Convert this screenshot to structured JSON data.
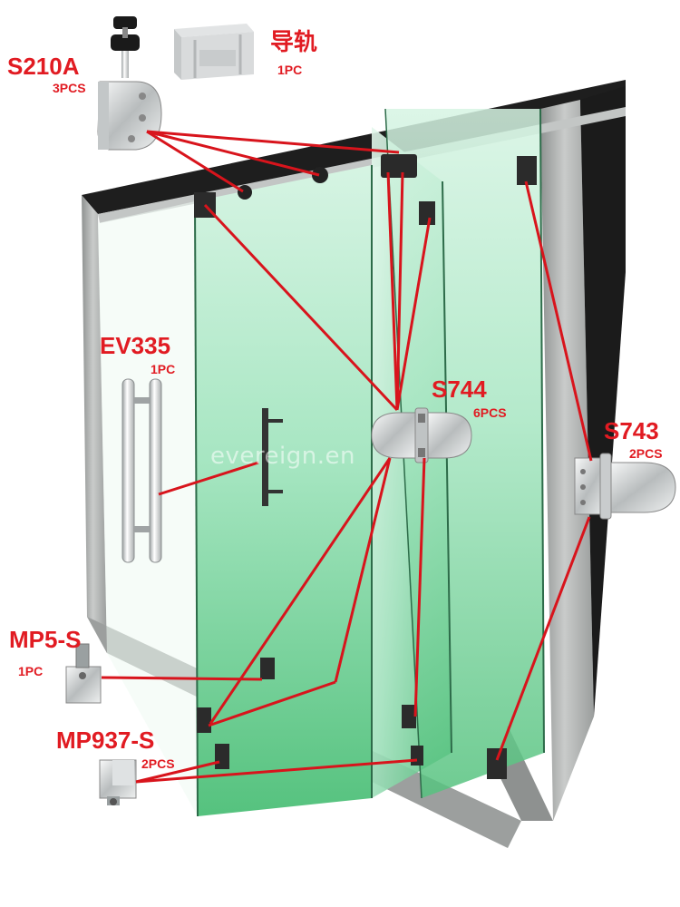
{
  "parts": {
    "s210a": {
      "code": "S210A",
      "qty": "3PCS"
    },
    "rail": {
      "name": "导轨",
      "qty": "1PC"
    },
    "ev335": {
      "code": "EV335",
      "qty": "1PC"
    },
    "s744": {
      "code": "S744",
      "qty": "6PCS"
    },
    "s743": {
      "code": "S743",
      "qty": "2PCS"
    },
    "mp5s": {
      "code": "MP5-S",
      "qty": "1PC"
    },
    "mp937s": {
      "code": "MP937-S",
      "qty": "2PCS"
    }
  },
  "watermark": "evereign.en",
  "colors": {
    "label_red": "#e11b22",
    "leader_red": "#d8141c",
    "frame_dark": "#1e1e1e",
    "frame_steel": "#a7aaa9",
    "glass_green": "#7fd4a6",
    "hardware_chrome": "#d7dadb"
  },
  "icons": {
    "roller": "roller-hanger-icon",
    "rail": "aluminum-rail-icon",
    "handle": "pull-handle-icon",
    "hinge180": "glass-to-glass-hinge-icon",
    "hinge90": "wall-hinge-icon",
    "lock": "floor-lock-icon",
    "pivot": "bottom-pivot-icon"
  }
}
